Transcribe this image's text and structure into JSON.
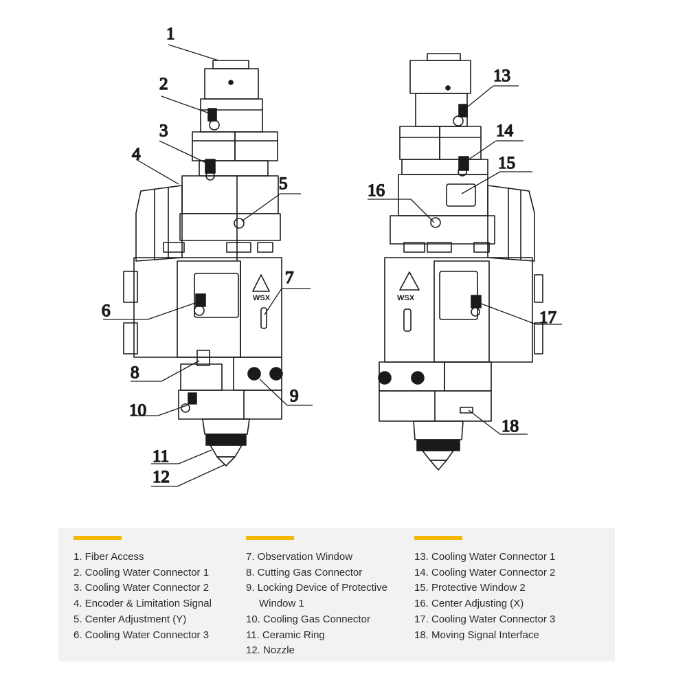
{
  "accent_color": "#f5b800",
  "callouts": [
    "1",
    "2",
    "3",
    "4",
    "5",
    "6",
    "7",
    "8",
    "9",
    "10",
    "11",
    "12",
    "13",
    "14",
    "15",
    "16",
    "17",
    "18"
  ],
  "legend": {
    "columns": [
      {
        "items": [
          "1. Fiber Access",
          "2. Cooling Water Connector 1",
          "3. Cooling Water Connector 2",
          "4. Encoder & Limitation Signal",
          "5. Center Adjustment (Y)",
          "6. Cooling Water Connector 3"
        ]
      },
      {
        "items": [
          "7. Observation Window",
          "8. Cutting Gas Connector",
          "9. Locking Device of Protective",
          "10. Cooling Gas Connector",
          "11. Ceramic Ring",
          "12. Nozzle"
        ],
        "item9_continuation": "Window 1"
      },
      {
        "items": [
          "13. Cooling Water Connector 1",
          "14. Cooling Water Connector 2",
          "15. Protective Window 2",
          "16. Center Adjusting (X)",
          "17. Cooling Water Connector 3",
          "18. Moving Signal Interface"
        ]
      }
    ]
  }
}
